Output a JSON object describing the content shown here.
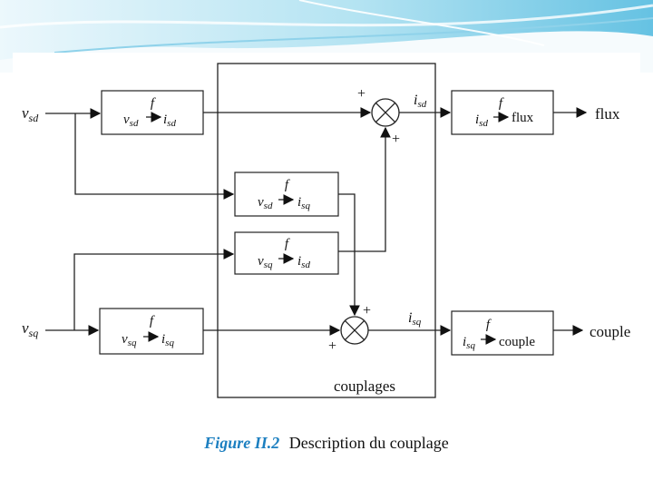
{
  "diagram": {
    "inputs": {
      "vsd": "v",
      "vsd_sub": "sd",
      "vsq": "v",
      "vsq_sub": "sq"
    },
    "blocks": [
      {
        "f": "f",
        "in": "v",
        "in_sub": "sd",
        "out": "i",
        "out_sub": "sd"
      },
      {
        "f": "f",
        "in": "v",
        "in_sub": "sd",
        "out": "i",
        "out_sub": "sq"
      },
      {
        "f": "f",
        "in": "v",
        "in_sub": "sq",
        "out": "i",
        "out_sub": "sd"
      },
      {
        "f": "f",
        "in": "v",
        "in_sub": "sq",
        "out": "i",
        "out_sub": "sq"
      },
      {
        "f": "f",
        "in": "i",
        "in_sub": "sd",
        "out": "flux"
      },
      {
        "f": "f",
        "in": "i",
        "in_sub": "sq",
        "out": "couple"
      }
    ],
    "summers": {
      "top_plus_left": "+",
      "top_plus_bottom": "+",
      "bottom_plus_top": "+",
      "bottom_plus_left": "+"
    },
    "signals": {
      "isd": "i",
      "isd_sub": "sd",
      "isq": "i",
      "isq_sub": "sq"
    },
    "outputs": {
      "flux": "flux",
      "couple": "couple"
    },
    "couplage_label": "couplages"
  },
  "caption": {
    "figure": "Figure II.2",
    "text": "Description du couplage"
  },
  "colors": {
    "accent": "#1c7fc0",
    "header_light": "#d9f0f8",
    "header_mid": "#5fc1e0"
  }
}
